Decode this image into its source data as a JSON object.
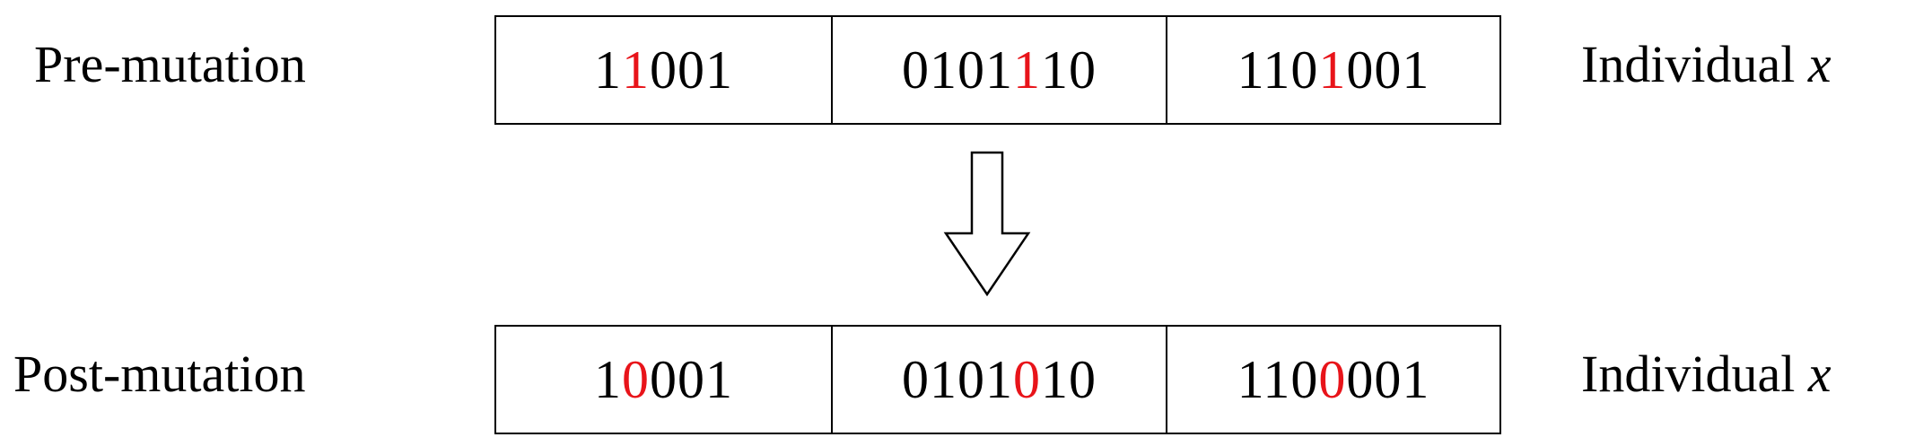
{
  "rows": [
    {
      "label": "Pre-mutation",
      "segments": [
        {
          "before": "1",
          "bit": "1",
          "after": "001"
        },
        {
          "before": "0101",
          "bit": "1",
          "after": "10"
        },
        {
          "before": "110",
          "bit": "1",
          "after": "001"
        }
      ],
      "individual_label": "Individual",
      "individual_var": "x"
    },
    {
      "label": "Post-mutation",
      "segments": [
        {
          "before": "1",
          "bit": "0",
          "after": "001"
        },
        {
          "before": "0101",
          "bit": "0",
          "after": "10"
        },
        {
          "before": "110",
          "bit": "0",
          "after": "001"
        }
      ],
      "individual_label": "Individual",
      "individual_var": "x"
    }
  ],
  "colors": {
    "mutated_bit": "#e8141a",
    "text": "#000000",
    "border": "#000000"
  }
}
